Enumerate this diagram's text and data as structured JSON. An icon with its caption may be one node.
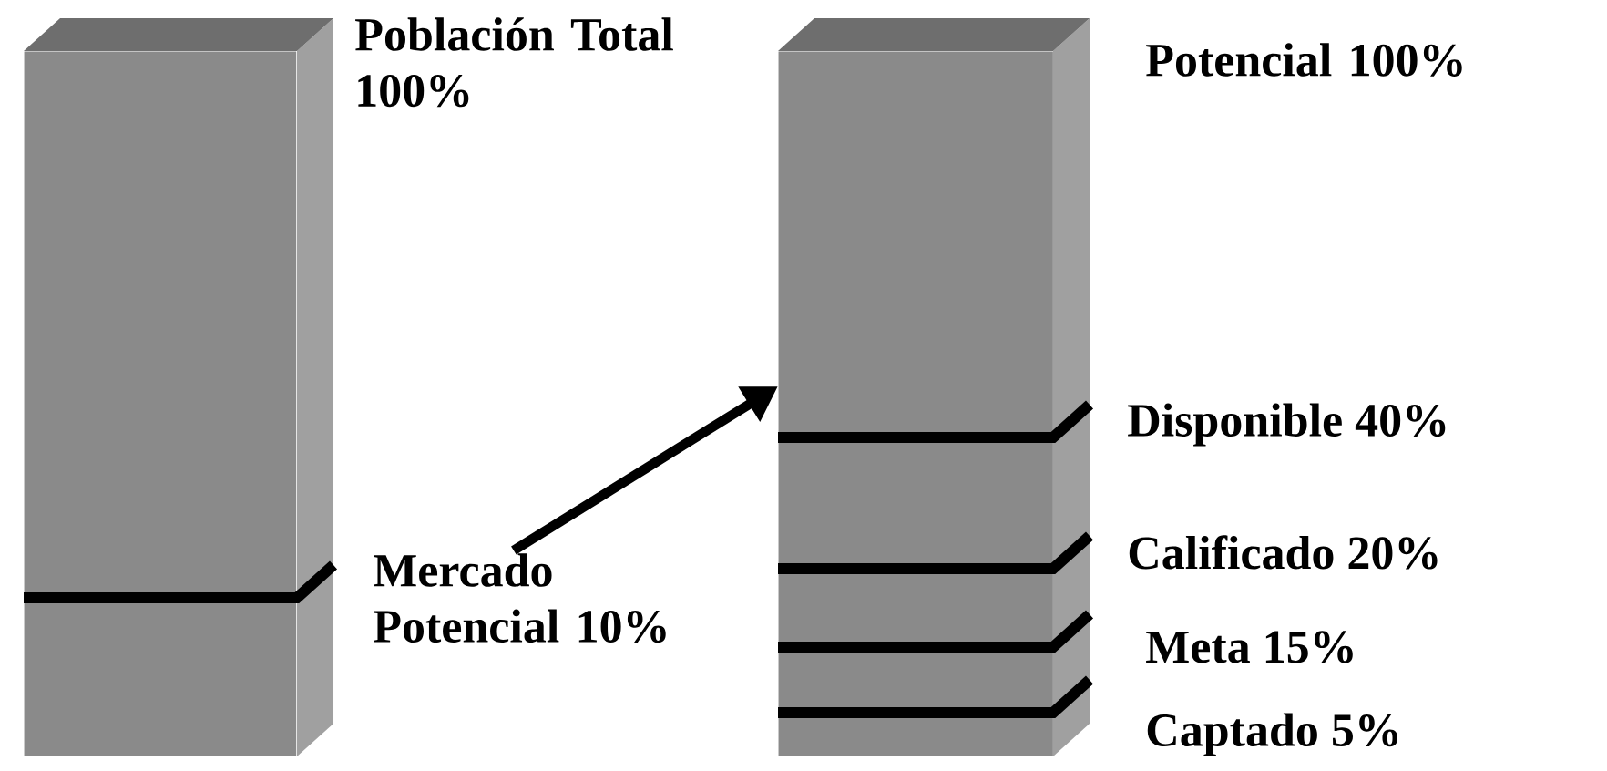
{
  "diagram": {
    "nodes": [
      {
        "text": [],
        "shape": "bar",
        "beside": [
          "Población Total 100%"
        ]
      },
      {
        "text": [
          "Mercado Potencial 10%"
        ]
      },
      {
        "text": [],
        "shape": "bar",
        "beside": [
          "Potencial 100%"
        ]
      }
    ],
    "edges": [
      {
        "from": 1,
        "to": 2,
        "arrow": "to"
      }
    ],
    "labels": [
      "Disponible 40%",
      "Calificado 20%",
      "Meta 15%",
      "Captado 5%"
    ]
  }
}
